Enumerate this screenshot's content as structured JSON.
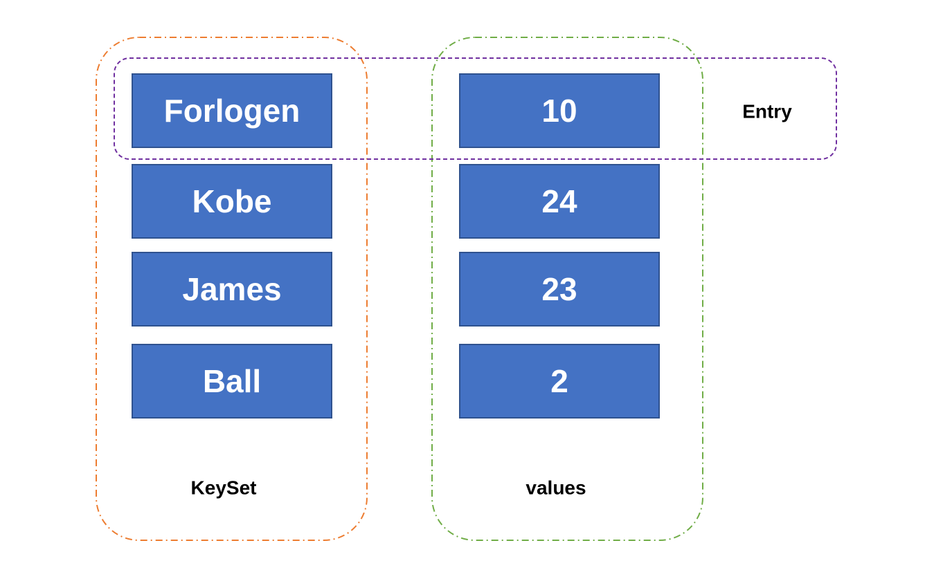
{
  "colors": {
    "box_fill": "#4472c4",
    "box_text": "#ffffff",
    "keyset_outline": "#ed7d31",
    "values_outline": "#70ad47",
    "entry_outline": "#7030a0"
  },
  "keyset": {
    "label": "KeySet",
    "items": [
      "Forlogen",
      "Kobe",
      "James",
      "Ball"
    ]
  },
  "values": {
    "label": "values",
    "items": [
      "10",
      "24",
      "23",
      "2"
    ]
  },
  "entry": {
    "label": "Entry"
  }
}
